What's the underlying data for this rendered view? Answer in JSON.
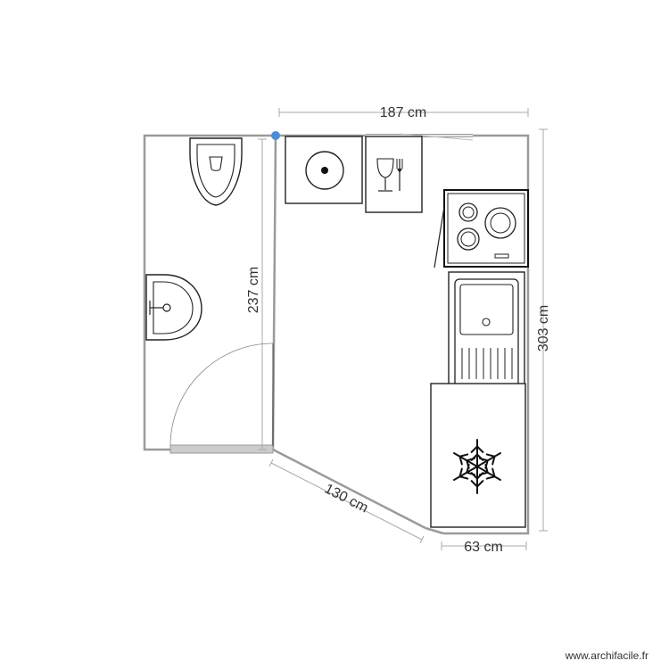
{
  "plan": {
    "dimensions": {
      "top_width": "187 cm",
      "right_height": "303 cm",
      "wc_height": "237 cm",
      "diagonal_wall": "130 cm",
      "bottom_width": "63 cm"
    },
    "fixtures": [
      "toilet-icon",
      "washbasin-icon",
      "washing-machine-icon",
      "dishwasher-icon",
      "cooktop-icon",
      "sink-icon",
      "fridge-icon",
      "door-swing-icon"
    ],
    "colors": {
      "wall": "#9a9a9a",
      "fixture_stroke": "#222222",
      "marker": "#4a8fd6",
      "door_threshold": "#cccccc"
    }
  },
  "footer": {
    "watermark": "www.archifacile.fr"
  }
}
